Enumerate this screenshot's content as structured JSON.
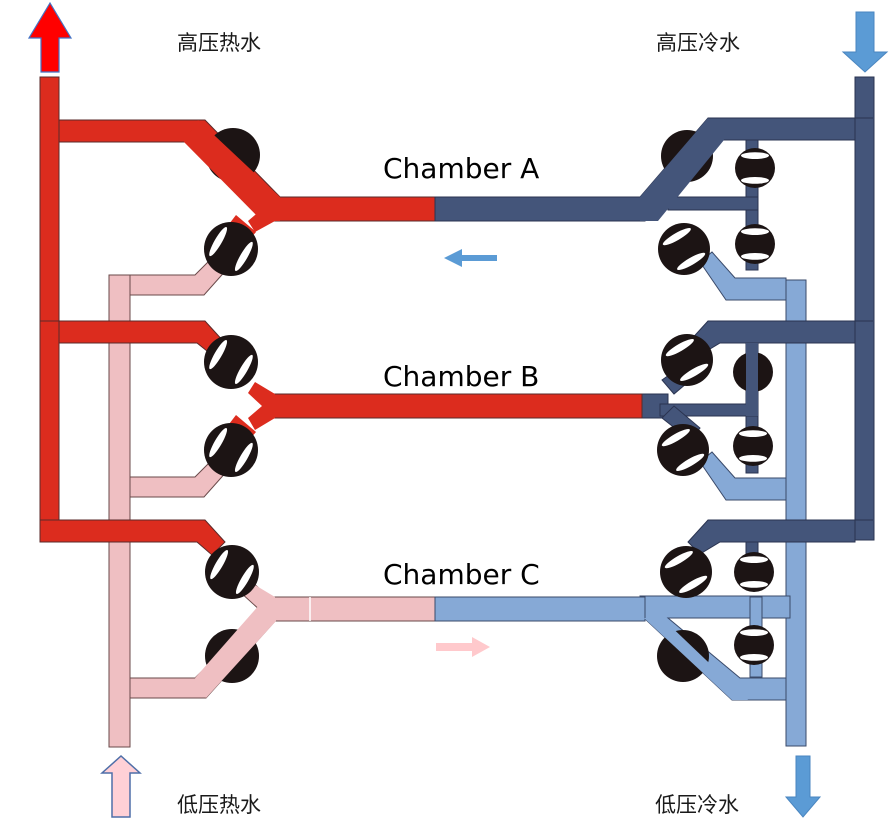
{
  "labels": {
    "high_pressure_hot": "高压热水",
    "high_pressure_cold": "高压冷水",
    "low_pressure_hot": "低压热水",
    "low_pressure_cold": "低压冷水"
  },
  "chambers": [
    {
      "id": "A",
      "label": "Chamber A",
      "left_fluid": "high_pressure_hot",
      "right_fluid": "high_pressure_cold",
      "flow_arrow": "left",
      "flow_arrow_color": "#5b9bd5"
    },
    {
      "id": "B",
      "label": "Chamber B",
      "left_fluid": "high_pressure_hot",
      "right_fluid": "high_pressure_hot",
      "flow_arrow": "none"
    },
    {
      "id": "C",
      "label": "Chamber C",
      "left_fluid": "low_pressure_hot",
      "right_fluid": "low_pressure_cold",
      "flow_arrow": "right",
      "flow_arrow_color": "#f4b8b8"
    }
  ],
  "colors": {
    "high_pressure_hot": "#dc2c1e",
    "low_pressure_hot": "#efbfc2",
    "high_pressure_cold": "#44557a",
    "low_pressure_cold": "#86a9d6",
    "arrow_red": "#ff0000",
    "arrow_pink": "#ffd0d6",
    "arrow_blue": "#5b9bd5",
    "valve": "#1c1414"
  },
  "ports": {
    "high_pressure_hot": {
      "direction": "out",
      "arrow": "up"
    },
    "high_pressure_cold": {
      "direction": "in",
      "arrow": "down"
    },
    "low_pressure_hot": {
      "direction": "in",
      "arrow": "up"
    },
    "low_pressure_cold": {
      "direction": "out",
      "arrow": "down"
    }
  }
}
